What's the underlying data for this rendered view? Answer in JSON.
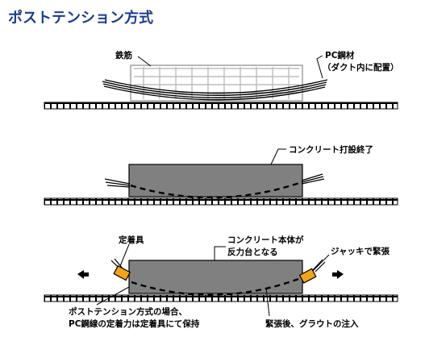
{
  "title": "ポストテンション方式",
  "stage1": {
    "rebar_label": "鉄筋",
    "tendon_label_line1": "PC鋼材",
    "tendon_label_line2": "（ダクト内に配置）"
  },
  "stage2": {
    "concrete_label": "コンクリート打設終了"
  },
  "stage3": {
    "anchor_label": "定着具",
    "reaction_label_line1": "コンクリート本体が",
    "reaction_label_line2": "反力台となる",
    "jack_label": "ジャッキで緊張",
    "note_line1": "ポストテンション方式の場合、",
    "note_line2": "PC鋼線の定着力は定着具にて保持",
    "grout_label": "緊張後、グラウトの注入"
  },
  "colors": {
    "title": "#1b3d8f",
    "concrete": "#808080",
    "anchor": "#f2a31b",
    "rebar": "#bdbdbd"
  }
}
